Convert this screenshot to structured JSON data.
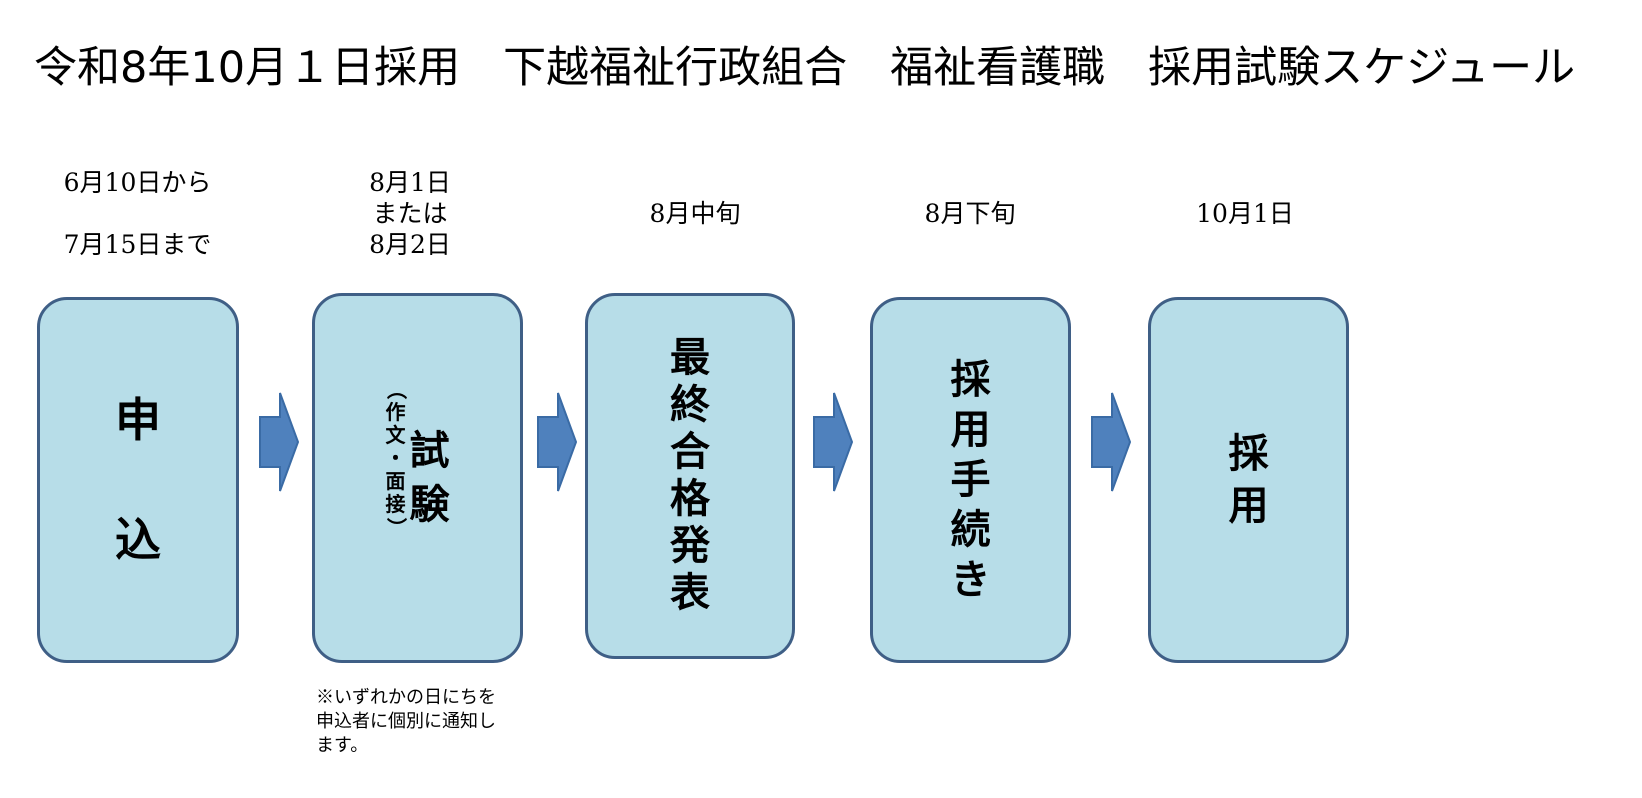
{
  "title": "令和8年10月１日採用　下越福祉行政組合　福祉看護職　採用試験スケジュール",
  "steps": [
    {
      "date_lines": [
        "6月10日から",
        "",
        "7月15日まで"
      ],
      "label": "申込"
    },
    {
      "date_lines": [
        "8月1日",
        "または",
        "8月2日"
      ],
      "label": "試験",
      "sublabel": "（作文・面接）"
    },
    {
      "date_lines": [
        "8月中旬"
      ],
      "label": "最終合格発表"
    },
    {
      "date_lines": [
        "8月下旬"
      ],
      "label": "採用手続き"
    },
    {
      "date_lines": [
        "10月1日"
      ],
      "label": "採用"
    }
  ],
  "note": "※いずれかの日にちを申込者に個別に通知します。",
  "colors": {
    "box_fill": "#b7dde8",
    "box_border": "#3f5f86",
    "arrow_fill": "#4f81bd",
    "arrow_border": "#3a6ba5"
  }
}
